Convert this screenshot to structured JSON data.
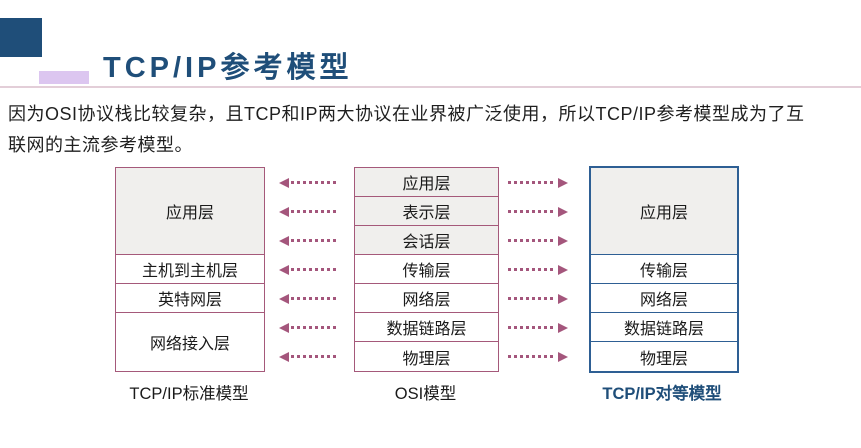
{
  "header": {
    "title": "TCP/IP参考模型"
  },
  "body": {
    "line1": "因为OSI协议栈比较复杂，且TCP和IP两大协议在业界被广泛使用，所以TCP/IP参考模型成为了互",
    "line2": "联网的主流参考模型。"
  },
  "diagram": {
    "standard_model": {
      "caption": "TCP/IP标准模型",
      "layers": [
        "应用层",
        "主机到主机层",
        "英特网层",
        "网络接入层"
      ]
    },
    "osi_model": {
      "caption": "OSI模型",
      "layers": [
        "应用层",
        "表示层",
        "会话层",
        "传输层",
        "网络层",
        "数据链路层",
        "物理层"
      ]
    },
    "peer_model": {
      "caption": "TCP/IP对等模型",
      "layers": [
        "应用层",
        "传输层",
        "网络层",
        "数据链路层",
        "物理层"
      ]
    },
    "colors": {
      "title-blue": "#1f4e79",
      "lavender": "#dcc6f0",
      "divider-pink": "#e3ced8",
      "rose-border": "#a5597a",
      "blue-border": "#2e5f94",
      "shaded-cell": "#f0efed",
      "arrow": "#a4567c"
    }
  }
}
